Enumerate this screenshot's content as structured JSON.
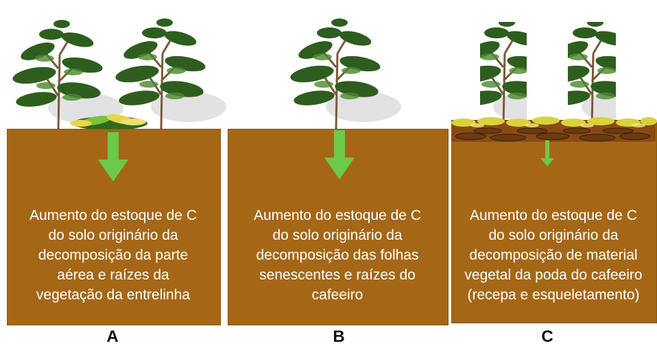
{
  "panels": [
    {
      "id": "A",
      "letter": "A",
      "text": "Aumento do estoque de C\ndo solo originário da\ndecomposição da parte\naérea e raízes da\nvegetação da entrelinha"
    },
    {
      "id": "B",
      "letter": "B",
      "text": "Aumento do estoque de C\ndo solo originário da\ndecomposição das folhas\nsenescentes e raízes do\ncafeeiro"
    },
    {
      "id": "C",
      "letter": "C",
      "text": "Aumento do estoque de C\ndo solo originário da\ndecomposição de material\nvegetal da poda do cafeeiro\n(recepa e esqueletamento)"
    }
  ],
  "colors": {
    "soil": "#A56716",
    "arrow": "#6CC94A",
    "foliage": "#2E5E1E",
    "mulch": "#D9D23A"
  },
  "icons": [
    "coffee-tree-icon",
    "weed-litter-icon",
    "down-arrow-icon",
    "pruned-tree-icon",
    "pruning-mulch-icon"
  ]
}
